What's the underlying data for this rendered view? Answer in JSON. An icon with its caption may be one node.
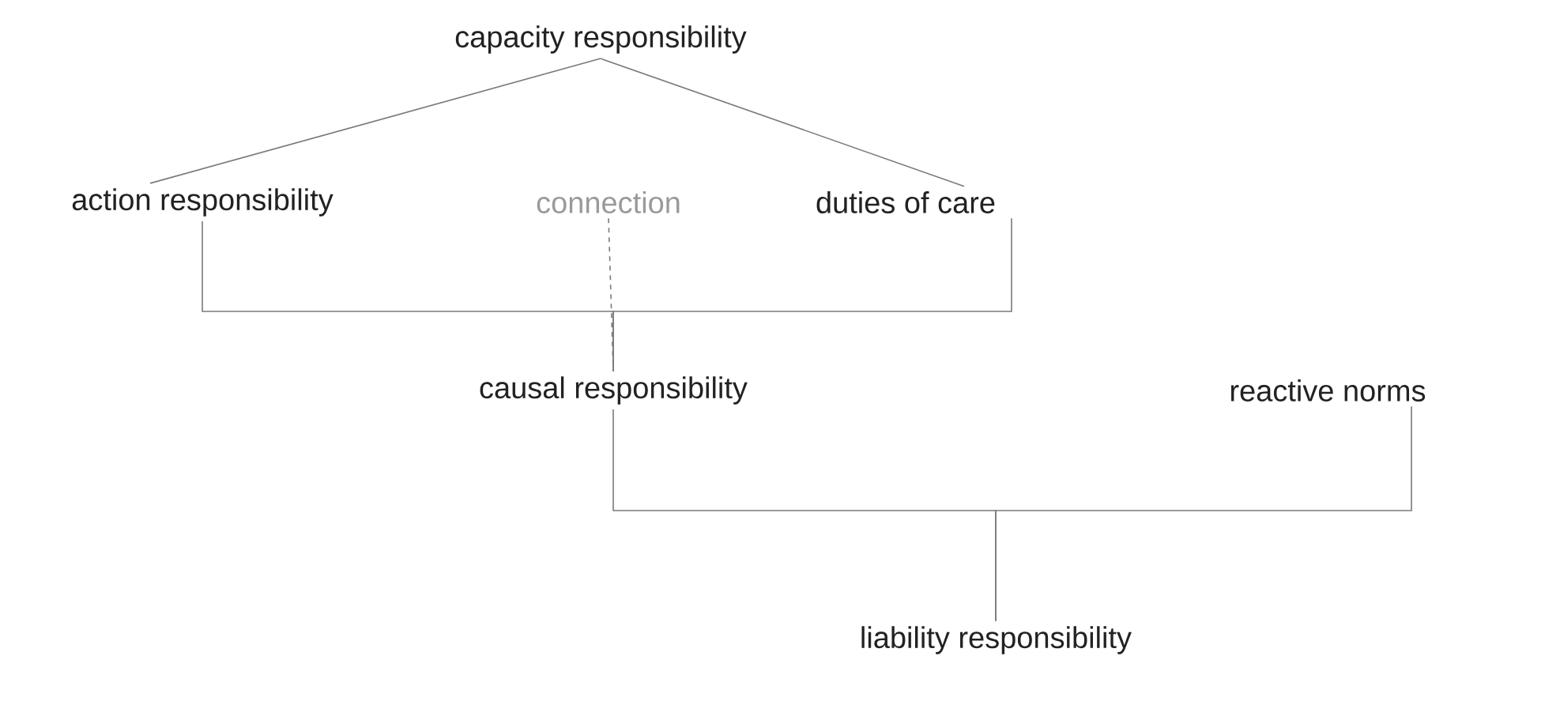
{
  "diagram": {
    "nodes": [
      {
        "text": [
          "capacity responsibility"
        ]
      },
      {
        "text": [
          "action responsibility"
        ]
      },
      {
        "text": [
          "connection"
        ]
      },
      {
        "text": [
          "duties of care"
        ]
      },
      {
        "text": [
          "causal responsibility"
        ]
      },
      {
        "text": [
          "reactive norms"
        ]
      },
      {
        "text": [
          "liability responsibility"
        ]
      }
    ],
    "edges": [
      {
        "from": 0,
        "to": 1,
        "arrow": "none"
      },
      {
        "from": 0,
        "to": 3,
        "arrow": "none"
      },
      {
        "from": 1,
        "to": 4,
        "arrow": "none"
      },
      {
        "from": 3,
        "to": 4,
        "arrow": "none"
      },
      {
        "from": 2,
        "to": 4,
        "arrow": "none",
        "style": "dashed"
      },
      {
        "from": 4,
        "to": 6,
        "arrow": "none"
      },
      {
        "from": 5,
        "to": 6,
        "arrow": "none"
      }
    ]
  }
}
